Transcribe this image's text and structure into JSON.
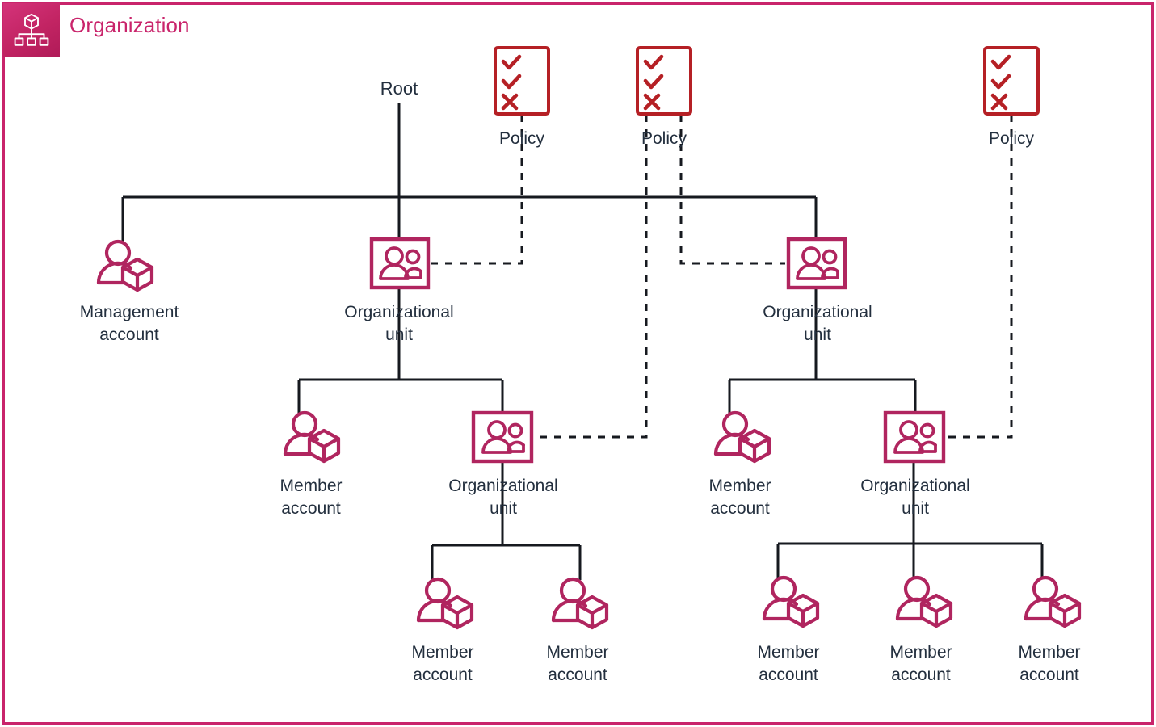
{
  "header": {
    "title": "Organization",
    "logo_icon": "organization-cube-tree-icon"
  },
  "colors": {
    "frame": "#C9246B",
    "accent": "#C9246B",
    "policy_red": "#B52025",
    "line": "#16191F",
    "text": "#232F3E"
  },
  "diagram": {
    "type": "aws-organizations-hierarchy",
    "root": {
      "label": "Root"
    },
    "policies": [
      {
        "id": "policy-1",
        "label": "Policy",
        "icon": "policy-checklist-icon"
      },
      {
        "id": "policy-2",
        "label": "Policy",
        "icon": "policy-checklist-icon"
      },
      {
        "id": "policy-3",
        "label": "Policy",
        "icon": "policy-checklist-icon"
      }
    ],
    "nodes": [
      {
        "id": "management-account",
        "label": "Management\naccount",
        "icon": "account-person-cube-icon",
        "level": 1
      },
      {
        "id": "ou-left",
        "label": "Organizational\nunit",
        "icon": "organizational-unit-people-icon",
        "level": 1
      },
      {
        "id": "ou-right",
        "label": "Organizational\nunit",
        "icon": "organizational-unit-people-icon",
        "level": 1
      },
      {
        "id": "member-account-left-1",
        "label": "Member\naccount",
        "icon": "account-person-cube-icon",
        "level": 2
      },
      {
        "id": "ou-left-nested",
        "label": "Organizational\nunit",
        "icon": "organizational-unit-people-icon",
        "level": 2
      },
      {
        "id": "member-account-right-1",
        "label": "Member\naccount",
        "icon": "account-person-cube-icon",
        "level": 2
      },
      {
        "id": "ou-right-nested",
        "label": "Organizational\nunit",
        "icon": "organizational-unit-people-icon",
        "level": 2
      },
      {
        "id": "member-account-left-2",
        "label": "Member\naccount",
        "icon": "account-person-cube-icon",
        "level": 3
      },
      {
        "id": "member-account-left-3",
        "label": "Member\naccount",
        "icon": "account-person-cube-icon",
        "level": 3
      },
      {
        "id": "member-account-right-2",
        "label": "Member\naccount",
        "icon": "account-person-cube-icon",
        "level": 3
      },
      {
        "id": "member-account-right-3",
        "label": "Member\naccount",
        "icon": "account-person-cube-icon",
        "level": 3
      },
      {
        "id": "member-account-right-4",
        "label": "Member\naccount",
        "icon": "account-person-cube-icon",
        "level": 3
      }
    ],
    "edges": [
      {
        "from": "root",
        "to": "management-account",
        "style": "solid"
      },
      {
        "from": "root",
        "to": "ou-left",
        "style": "solid"
      },
      {
        "from": "root",
        "to": "ou-right",
        "style": "solid"
      },
      {
        "from": "ou-left",
        "to": "member-account-left-1",
        "style": "solid"
      },
      {
        "from": "ou-left",
        "to": "ou-left-nested",
        "style": "solid"
      },
      {
        "from": "ou-right",
        "to": "member-account-right-1",
        "style": "solid"
      },
      {
        "from": "ou-right",
        "to": "ou-right-nested",
        "style": "solid"
      },
      {
        "from": "ou-left-nested",
        "to": "member-account-left-2",
        "style": "solid"
      },
      {
        "from": "ou-left-nested",
        "to": "member-account-left-3",
        "style": "solid"
      },
      {
        "from": "ou-right-nested",
        "to": "member-account-right-2",
        "style": "solid"
      },
      {
        "from": "ou-right-nested",
        "to": "member-account-right-3",
        "style": "solid"
      },
      {
        "from": "ou-right-nested",
        "to": "member-account-right-4",
        "style": "solid"
      },
      {
        "from": "policy-1",
        "to": "ou-left",
        "style": "dashed"
      },
      {
        "from": "policy-2",
        "to": "ou-right",
        "style": "dashed"
      },
      {
        "from": "policy-2",
        "to": "ou-left-nested",
        "style": "dashed"
      },
      {
        "from": "policy-3",
        "to": "ou-right-nested",
        "style": "dashed"
      }
    ]
  },
  "labels": {
    "root": "Root",
    "policy": "Policy",
    "management_account": "Management\naccount",
    "organizational_unit": "Organizational\nunit",
    "member_account": "Member\naccount"
  }
}
